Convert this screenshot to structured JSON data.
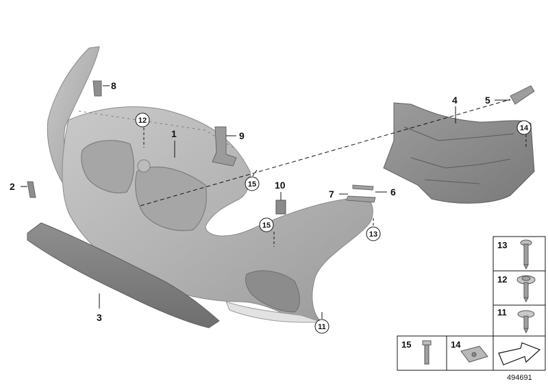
{
  "diagram": {
    "doc_id": "494691",
    "callouts": {
      "c1": "1",
      "c2": "2",
      "c3": "3",
      "c4": "4",
      "c5": "5",
      "c6": "6",
      "c7": "7",
      "c8": "8",
      "c9": "9",
      "c10": "10",
      "c11": "11",
      "c12": "12",
      "c13": "13",
      "c14": "14",
      "c15a": "15",
      "c15b": "15"
    },
    "legend": {
      "l13": "13",
      "l12": "12",
      "l11": "11",
      "l15": "15",
      "l14": "14"
    }
  }
}
